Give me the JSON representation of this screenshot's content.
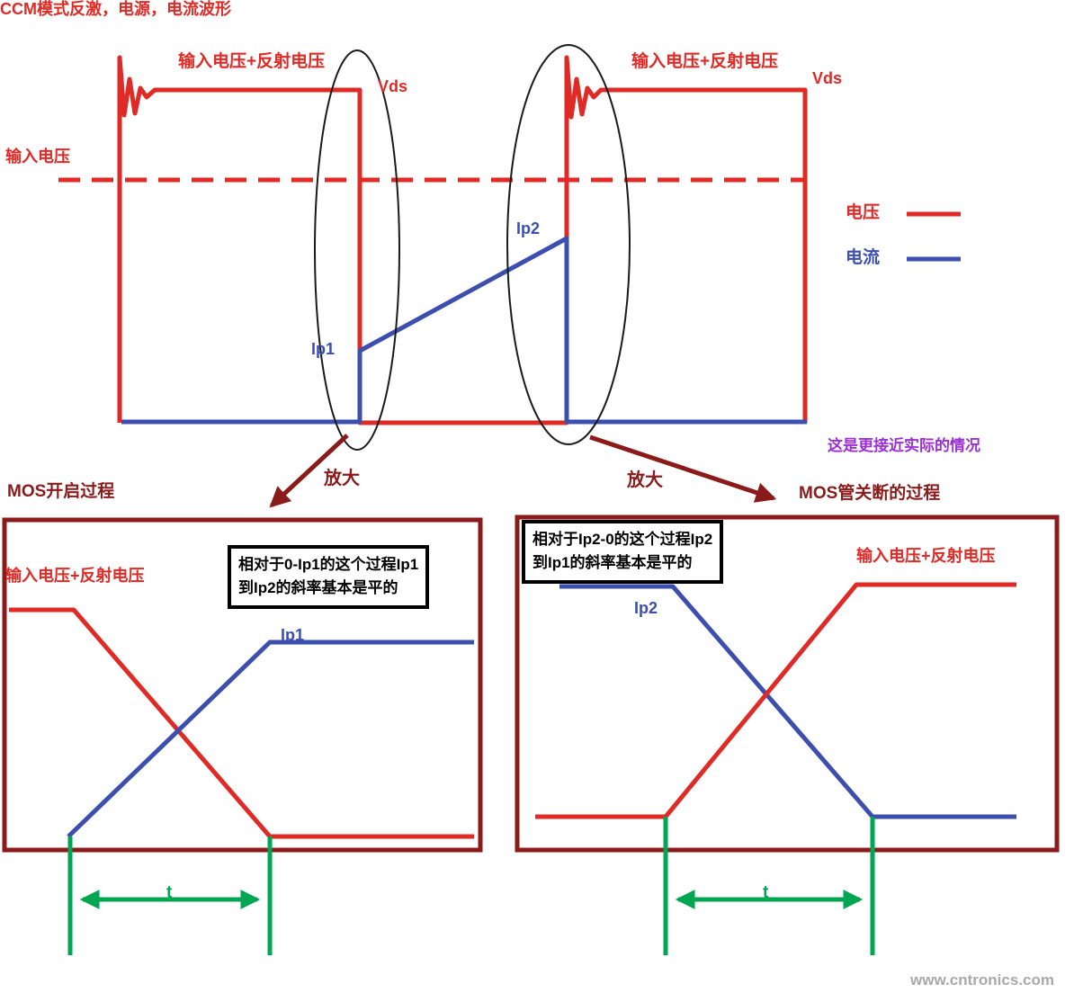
{
  "colors": {
    "red": "#e02a26",
    "blue": "#3c4fae",
    "darkred": "#8b1a1a",
    "green": "#00a651",
    "purple": "#9c2fd6",
    "watermark_gray": "#a9a9a9"
  },
  "title": "CCM模式反激，电源，电流波形",
  "main_chart": {
    "left_spike_label": "输入电压+反射电压",
    "left_vds": "Vds",
    "right_spike_label": "输入电压+反射电压",
    "right_vds": "Vds",
    "input_voltage_label": "输入电压",
    "ip1_label": "Ip1",
    "ip2_label": "Ip2",
    "legend": {
      "voltage": "电压",
      "current": "电流"
    },
    "note_realistic": "这是更接近实际的情况"
  },
  "zoom_arrows": {
    "left": "放大",
    "right": "放大"
  },
  "turn_on_panel": {
    "title": "MOS开启过程",
    "voltage_label": "输入电压+反射电压",
    "note_line1": "相对于0-Ip1的这个过程Ip1",
    "note_line2": "到Ip2的斜率基本是平的",
    "ip1_label": "Ip1",
    "time_label": "t"
  },
  "turn_off_panel": {
    "title": "MOS管关断的过程",
    "note_line1": "相对于Ip2-0的这个过程Ip2",
    "note_line2": "到Ip1的斜率基本是平的",
    "ip2_label": "Ip2",
    "voltage_label": "输入电压+反射电压",
    "time_label": "t"
  },
  "watermark": "www.cntronics.com"
}
